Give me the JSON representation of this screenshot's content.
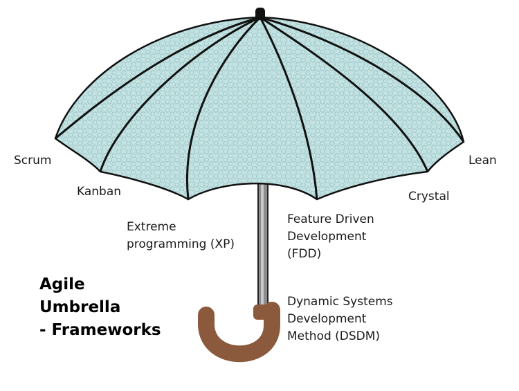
{
  "title": {
    "lines": [
      "Agile",
      "Umbrella",
      "- Frameworks"
    ]
  },
  "frameworks": {
    "scrum": [
      "Scrum"
    ],
    "kanban": [
      "Kanban"
    ],
    "xp": [
      "Extreme",
      "programming (XP)"
    ],
    "fdd": [
      "Feature Driven",
      "Development",
      "(FDD)"
    ],
    "dsdm": [
      "Dynamic Systems",
      "Development",
      "Method (DSDM)"
    ],
    "crystal": [
      "Crystal"
    ],
    "lean": [
      "Lean"
    ]
  },
  "colors": {
    "canopy": "#bfe0e0",
    "canopy_pattern": "#9fc6c8",
    "ribs": "#111111",
    "shaft": "#8a8a8a",
    "handle": "#8b5a3c"
  }
}
